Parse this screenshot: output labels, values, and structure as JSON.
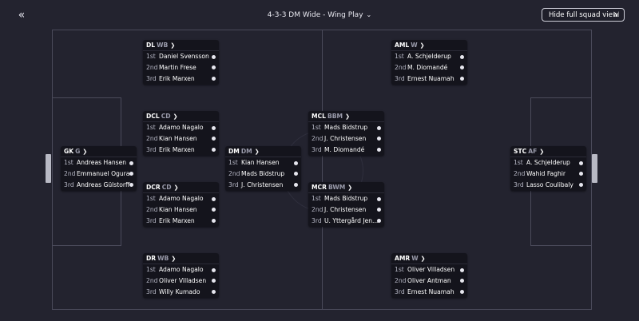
{
  "header": {
    "back_icon": "double-chevron-left-icon",
    "formation": "4-3-3 DM Wide - Wing Play",
    "hide_button": "Hide full squad view"
  },
  "positions": [
    {
      "id": "dl",
      "pos": "DL",
      "role": "WB",
      "players": [
        [
          "1st",
          "Daniel Svensson"
        ],
        [
          "2nd",
          "Martin Frese"
        ],
        [
          "3rd",
          "Erik Marxen"
        ]
      ]
    },
    {
      "id": "dcl",
      "pos": "DCL",
      "role": "CD",
      "players": [
        [
          "1st",
          "Adamo Nagalo"
        ],
        [
          "2nd",
          "Kian Hansen"
        ],
        [
          "3rd",
          "Erik Marxen"
        ]
      ]
    },
    {
      "id": "dcr",
      "pos": "DCR",
      "role": "CD",
      "players": [
        [
          "1st",
          "Adamo Nagalo"
        ],
        [
          "2nd",
          "Kian Hansen"
        ],
        [
          "3rd",
          "Erik Marxen"
        ]
      ]
    },
    {
      "id": "dr",
      "pos": "DR",
      "role": "WB",
      "players": [
        [
          "1st",
          "Adamo Nagalo"
        ],
        [
          "2nd",
          "Oliver Villadsen"
        ],
        [
          "3rd",
          "Willy Kumado"
        ]
      ]
    },
    {
      "id": "gk",
      "pos": "GK",
      "role": "G",
      "players": [
        [
          "1st",
          "Andreas Hansen"
        ],
        [
          "2nd",
          "Emmanuel Ogura"
        ],
        [
          "3rd",
          "Andreas Gülstorff"
        ]
      ]
    },
    {
      "id": "dm",
      "pos": "DM",
      "role": "DM",
      "players": [
        [
          "1st",
          "Kian Hansen"
        ],
        [
          "2nd",
          "Mads Bidstrup"
        ],
        [
          "3rd",
          "J. Christensen"
        ]
      ]
    },
    {
      "id": "mcl",
      "pos": "MCL",
      "role": "BBM",
      "players": [
        [
          "1st",
          "Mads Bidstrup"
        ],
        [
          "2nd",
          "J. Christensen"
        ],
        [
          "3rd",
          "M. Diomandé"
        ]
      ]
    },
    {
      "id": "mcr",
      "pos": "MCR",
      "role": "BWM",
      "players": [
        [
          "1st",
          "Mads Bidstrup"
        ],
        [
          "2nd",
          "J. Christensen"
        ],
        [
          "3rd",
          "U. Yttergård Jen..."
        ]
      ]
    },
    {
      "id": "aml",
      "pos": "AML",
      "role": "W",
      "players": [
        [
          "1st",
          "A. Schjelderup"
        ],
        [
          "2nd",
          "M. Diomandé"
        ],
        [
          "3rd",
          "Ernest Nuamah"
        ]
      ]
    },
    {
      "id": "amr",
      "pos": "AMR",
      "role": "W",
      "players": [
        [
          "1st",
          "Oliver Villadsen"
        ],
        [
          "2nd",
          "Oliver Antman"
        ],
        [
          "3rd",
          "Ernest Nuamah"
        ]
      ]
    },
    {
      "id": "stc",
      "pos": "STC",
      "role": "AF",
      "players": [
        [
          "1st",
          "A. Schjelderup"
        ],
        [
          "2nd",
          "Wahid Faghir"
        ],
        [
          "3rd",
          "Lasso Coulibaly"
        ]
      ]
    }
  ]
}
